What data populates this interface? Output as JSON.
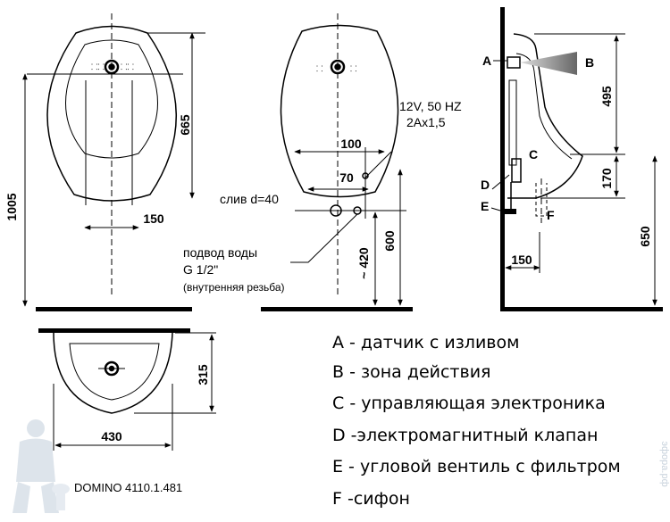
{
  "dimensions": {
    "total_height": "1005",
    "bowl_height": "665",
    "holes_spacing": "150",
    "depth": "315",
    "width": "430",
    "spacing_100": "100",
    "spacing_70": "70",
    "inlet_height": "~ 420",
    "drain_height": "600",
    "sensor_height": "495",
    "siphon_height": "170",
    "floor_height": "650",
    "wall_offset": "150"
  },
  "labels": {
    "power": "12V, 50 HZ",
    "current": "2Ax1,5",
    "drain": "слив d=40",
    "water_supply_line1": "подвод воды",
    "water_supply_line2": "G 1/2\"",
    "water_supply_line3": "(внутренняя резьба)"
  },
  "side_letters": [
    "A",
    "B",
    "C",
    "D",
    "E",
    "F"
  ],
  "legend": [
    {
      "letter": "A",
      "text": " - датчик с изливом"
    },
    {
      "letter": "B",
      "text": " - зона действия"
    },
    {
      "letter": "C",
      "text": " - управляющая электроника"
    },
    {
      "letter": "D",
      "text": " -электромагнитный клапан"
    },
    {
      "letter": "E",
      "text": " - угловой вентиль с фильтром"
    },
    {
      "letter": "F",
      "text": " -сифон"
    }
  ],
  "model": "DOMINO 4110.1.481",
  "watermark": "эфора.рф"
}
